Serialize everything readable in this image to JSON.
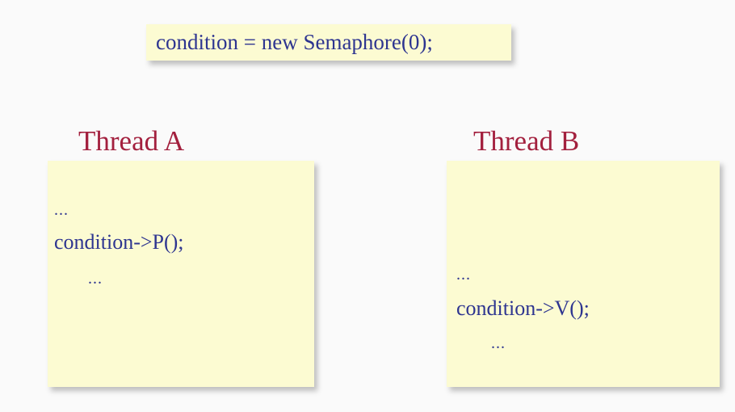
{
  "declaration": "condition = new Semaphore(0);",
  "thread_a": {
    "title": "Thread A",
    "lines": [
      "...",
      "condition->P();",
      "..."
    ]
  },
  "thread_b": {
    "title": "Thread B",
    "lines": [
      "...",
      "condition->V();",
      "..."
    ]
  },
  "colors": {
    "background": "#fafafa",
    "note_fill": "#fcfbd2",
    "code_text": "#2e3590",
    "title_text": "#a3203e"
  }
}
